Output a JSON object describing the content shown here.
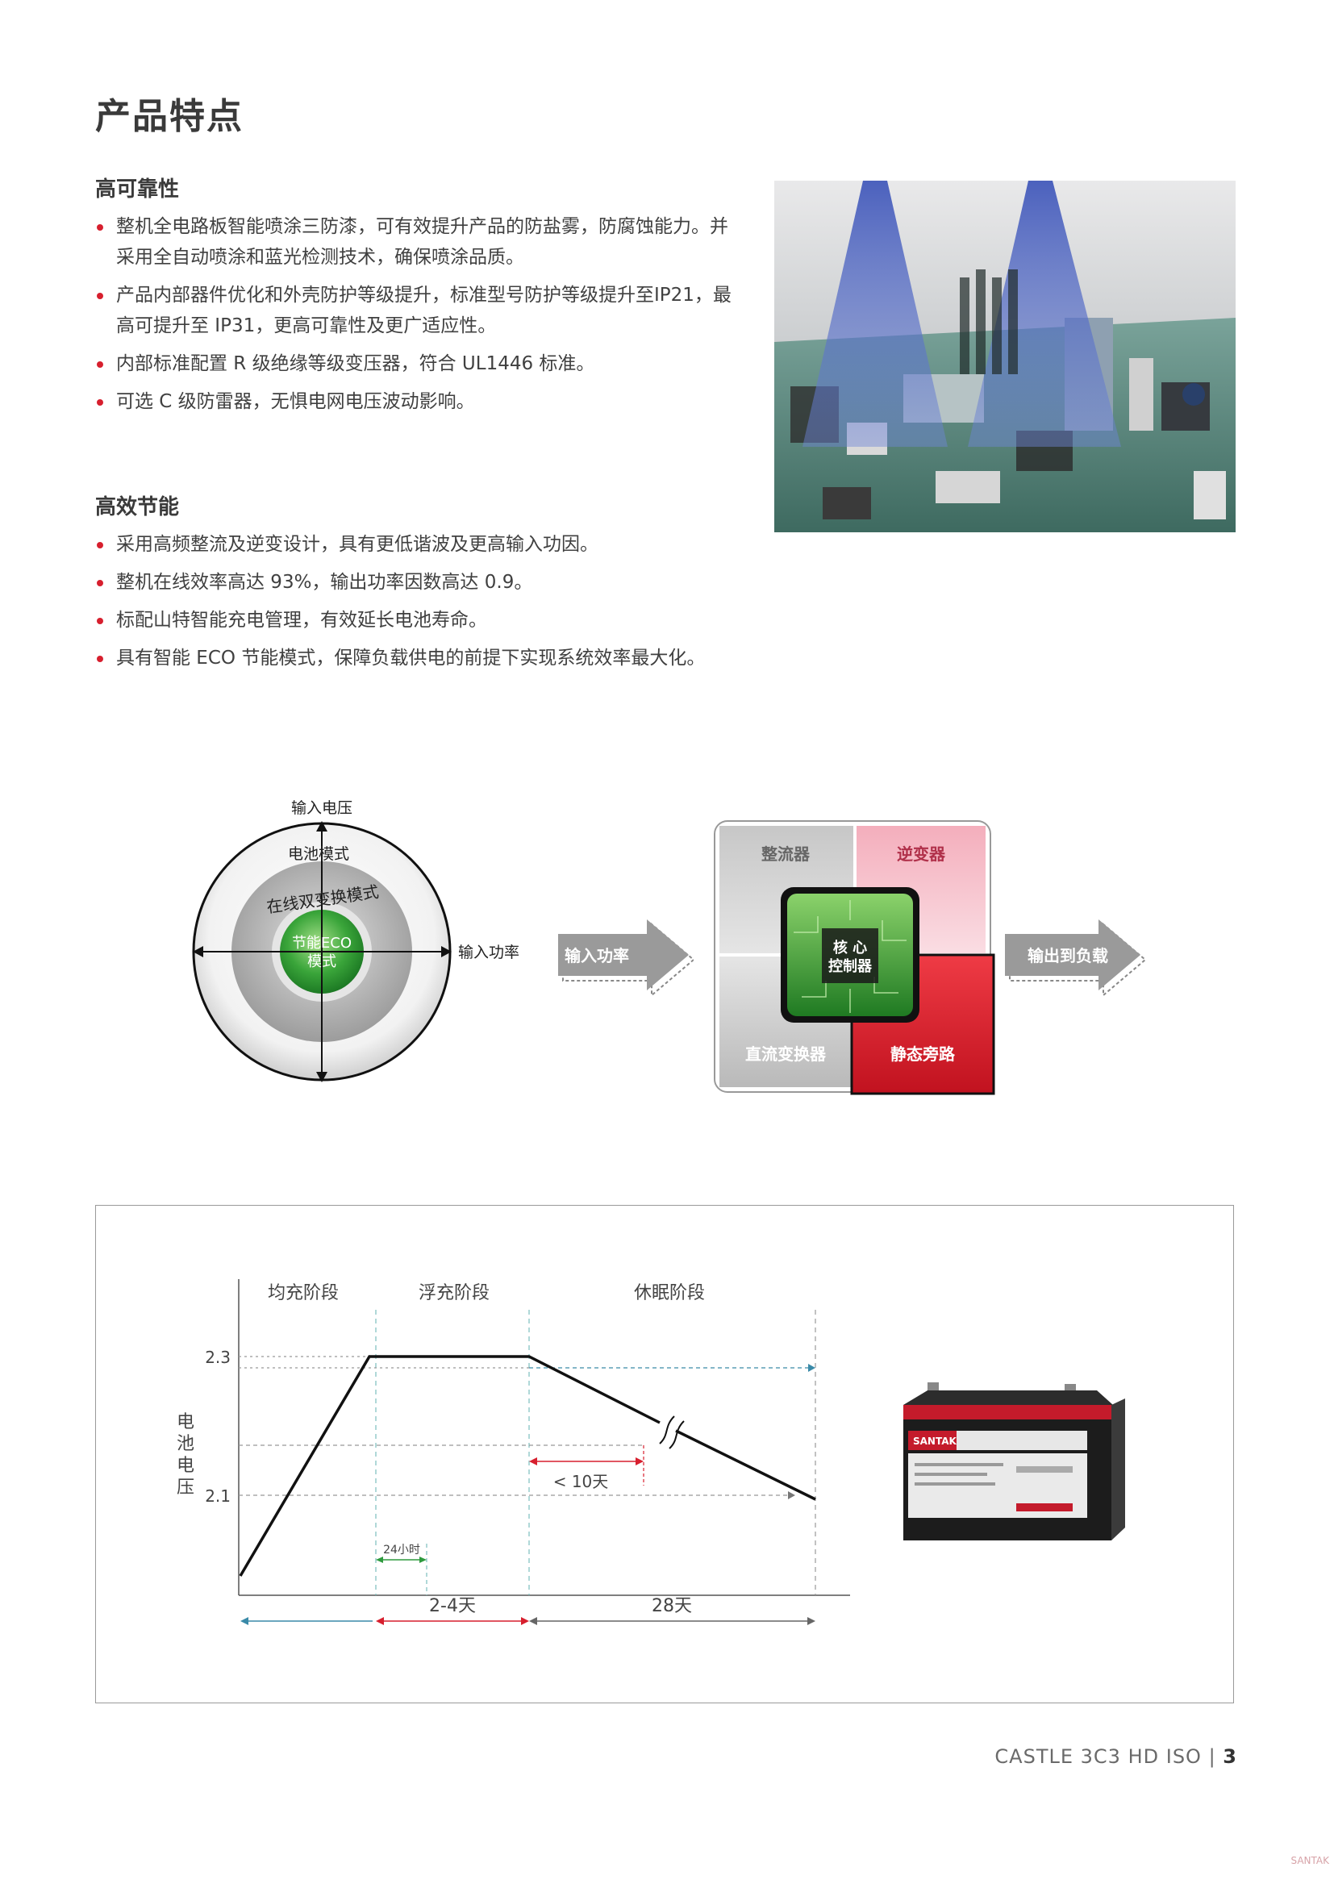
{
  "page": {
    "title": "产品特点",
    "footer_product": "CASTLE 3C3 HD ISO",
    "footer_sep": " | ",
    "footer_page": "3",
    "watermark": "SANTAK"
  },
  "sections": {
    "reliability": {
      "heading": "高可靠性",
      "items": [
        "整机全电路板智能喷涂三防漆，可有效提升产品的防盐雾，防腐蚀能力。并采用全自动喷涂和蓝光检测技术，确保喷涂品质。",
        "产品内部器件优化和外壳防护等级提升，标准型号防护等级提升至IP21，最高可提升至 IP31，更高可靠性及更广适应性。",
        "内部标准配置 R 级绝缘等级变压器，符合 UL1446 标准。",
        "可选 C 级防雷器，无惧电网电压波动影响。"
      ]
    },
    "efficiency": {
      "heading": "高效节能",
      "items": [
        "采用高频整流及逆变设计，具有更低谐波及更高输入功因。",
        "整机在线效率高达 93%，输出功率因数高达 0.9。",
        "标配山特智能充电管理，有效延长电池寿命。",
        "具有智能 ECO 节能模式，保障负载供电的前提下实现系统效率最大化。"
      ]
    }
  },
  "mode_diagram": {
    "input_voltage": "输入电压",
    "input_power": "输入功率",
    "battery_mode": "电池模式",
    "online_mode": "在线双变换模式",
    "eco_line1": "节能ECO",
    "eco_line2": "模式"
  },
  "block_diagram": {
    "arrow_in": "输入功率",
    "arrow_out": "输出到负载",
    "rectifier": "整流器",
    "inverter": "逆变器",
    "dc_converter": "直流变换器",
    "static_bypass": "静态旁路",
    "core_line1": "核 心",
    "core_line2": "控制器"
  },
  "battery_chart": {
    "stage1": "均充阶段",
    "stage2": "浮充阶段",
    "stage3": "休眠阶段",
    "y_top": "2.3",
    "y_bottom": "2.1",
    "y_label": [
      "电",
      "池",
      "电",
      "压"
    ],
    "hours_24": "24小时",
    "lt_10_days": "< 10天",
    "days_2_4": "2-4天",
    "days_28": "28天",
    "battery_brand": "SANTAK"
  },
  "colors": {
    "accent_red": "#d71f2e",
    "arrow_teal": "#1e7a8a",
    "arrow_green": "#2e9a3e",
    "eco_green": "#3aa53a"
  },
  "icons": [
    "pcb-photo",
    "battery-photo",
    "mode-circle-diagram",
    "block-diagram-arrow"
  ]
}
